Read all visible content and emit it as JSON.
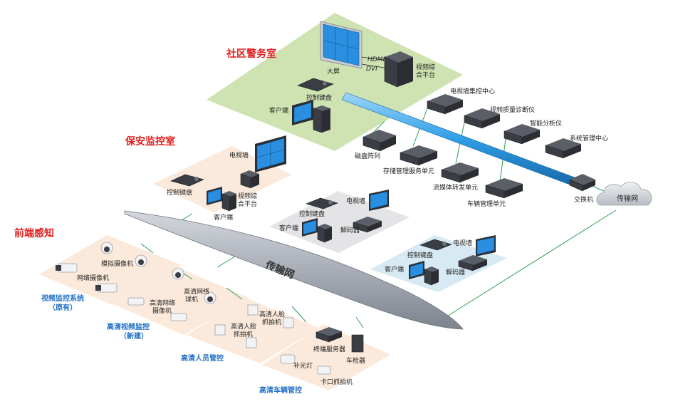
{
  "sections": {
    "police": "社区警务室",
    "security": "保安监控室",
    "frontend": "前端感知"
  },
  "police_room": {
    "big_screen": "大屏",
    "hdmi": "HDMI",
    "dvi": "DVI",
    "video_platform_l1": "视频综",
    "video_platform_l2": "合平台",
    "control_keyboard": "控制键盘",
    "client": "客户端"
  },
  "core": {
    "tvwall_center": "电视墙集控中心",
    "video_quality": "视频质量诊断仪",
    "smart_analyzer": "智能分析仪",
    "system_mgmt": "系统管理中心",
    "disk_array": "磁盘阵列",
    "storage_mgmt": "存储管理服务单元",
    "stream_forward": "流媒体转发单元",
    "vehicle_mgmt": "车辆管理单元",
    "switch": "交换机",
    "transport_cloud": "传输网"
  },
  "security_room": {
    "tv_wall": "电视墙",
    "control_keyboard": "控制键盘",
    "client": "客户端",
    "video_platform_l1": "视频综",
    "video_platform_l2": "合平台"
  },
  "station_a": {
    "tv_wall": "电视墙",
    "control_keyboard": "控制键盘",
    "client": "客户端",
    "decoder": "解码器"
  },
  "station_b": {
    "tv_wall": "电视墙",
    "control_keyboard": "控制键盘",
    "client": "客户端",
    "decoder": "解码器"
  },
  "network_band": "传输网",
  "frontend": {
    "g1": {
      "analog_cam": "模拟摄像机",
      "ip_cam": "网络摄像机",
      "title_l1": "视频监控系统",
      "title_l2": "（原有）"
    },
    "g2": {
      "hd_ip_cam_l1": "高清网络",
      "hd_ip_cam_l2": "摄像机",
      "hd_dome_l1": "高清网络",
      "hd_dome_l2": "球机",
      "title_l1": "高清视频监控",
      "title_l2": "（新建）"
    },
    "g3": {
      "face_cam_1_l1": "高清人脸",
      "face_cam_1_l2": "抓拍机",
      "face_cam_2_l1": "高清人脸",
      "face_cam_2_l2": "抓拍机",
      "title": "高清人员管控"
    },
    "g4": {
      "terminal_server": "终端服务器",
      "vehicle_detector": "车检器",
      "fill_light": "补光灯",
      "checkpoint_cam": "卡口抓拍机",
      "title": "高清车辆管控"
    }
  },
  "colors": {
    "police_zone": "#cfe3b2",
    "security_zone": "#fbeadb",
    "station_a_zone": "#e4e4e6",
    "station_b_zone": "#d7eaf3",
    "frontend_zone": "#fbeadb",
    "backbone": "#2d9de6",
    "link": "#2e9e55",
    "title_red": "#e02020",
    "title_blue": "#1f6fc6"
  }
}
